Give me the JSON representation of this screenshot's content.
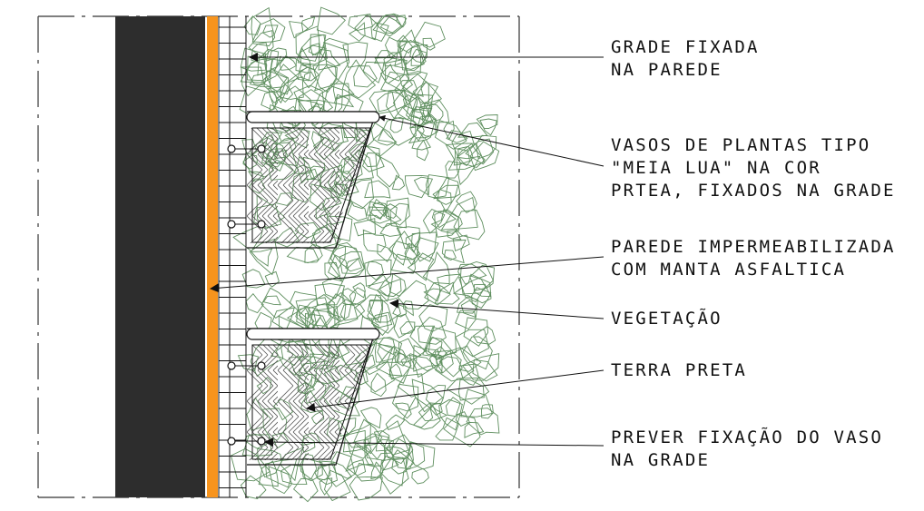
{
  "colors": {
    "wall": "#2d2d2d",
    "waterproofing": "#f7941d",
    "vegetation": "#5f8f5f",
    "linework": "#111111",
    "background": "#ffffff"
  },
  "callouts": [
    {
      "id": "grade",
      "lines": [
        "GRADE FIXADA",
        "NA PAREDE"
      ]
    },
    {
      "id": "vasos",
      "lines": [
        "VASOS DE PLANTAS TIPO",
        "\"MEIA LUA\" NA COR",
        "PRTEA, FIXADOS NA GRADE"
      ]
    },
    {
      "id": "parede",
      "lines": [
        "PAREDE IMPERMEABILIZADA",
        "COM MANTA ASFALTICA"
      ]
    },
    {
      "id": "vegetacao",
      "lines": [
        "VEGETAÇÃO"
      ]
    },
    {
      "id": "terra",
      "lines": [
        "TERRA PRETA"
      ]
    },
    {
      "id": "fixacao",
      "lines": [
        "PREVER FIXAÇÃO DO VASO",
        "NA GRADE"
      ]
    }
  ]
}
